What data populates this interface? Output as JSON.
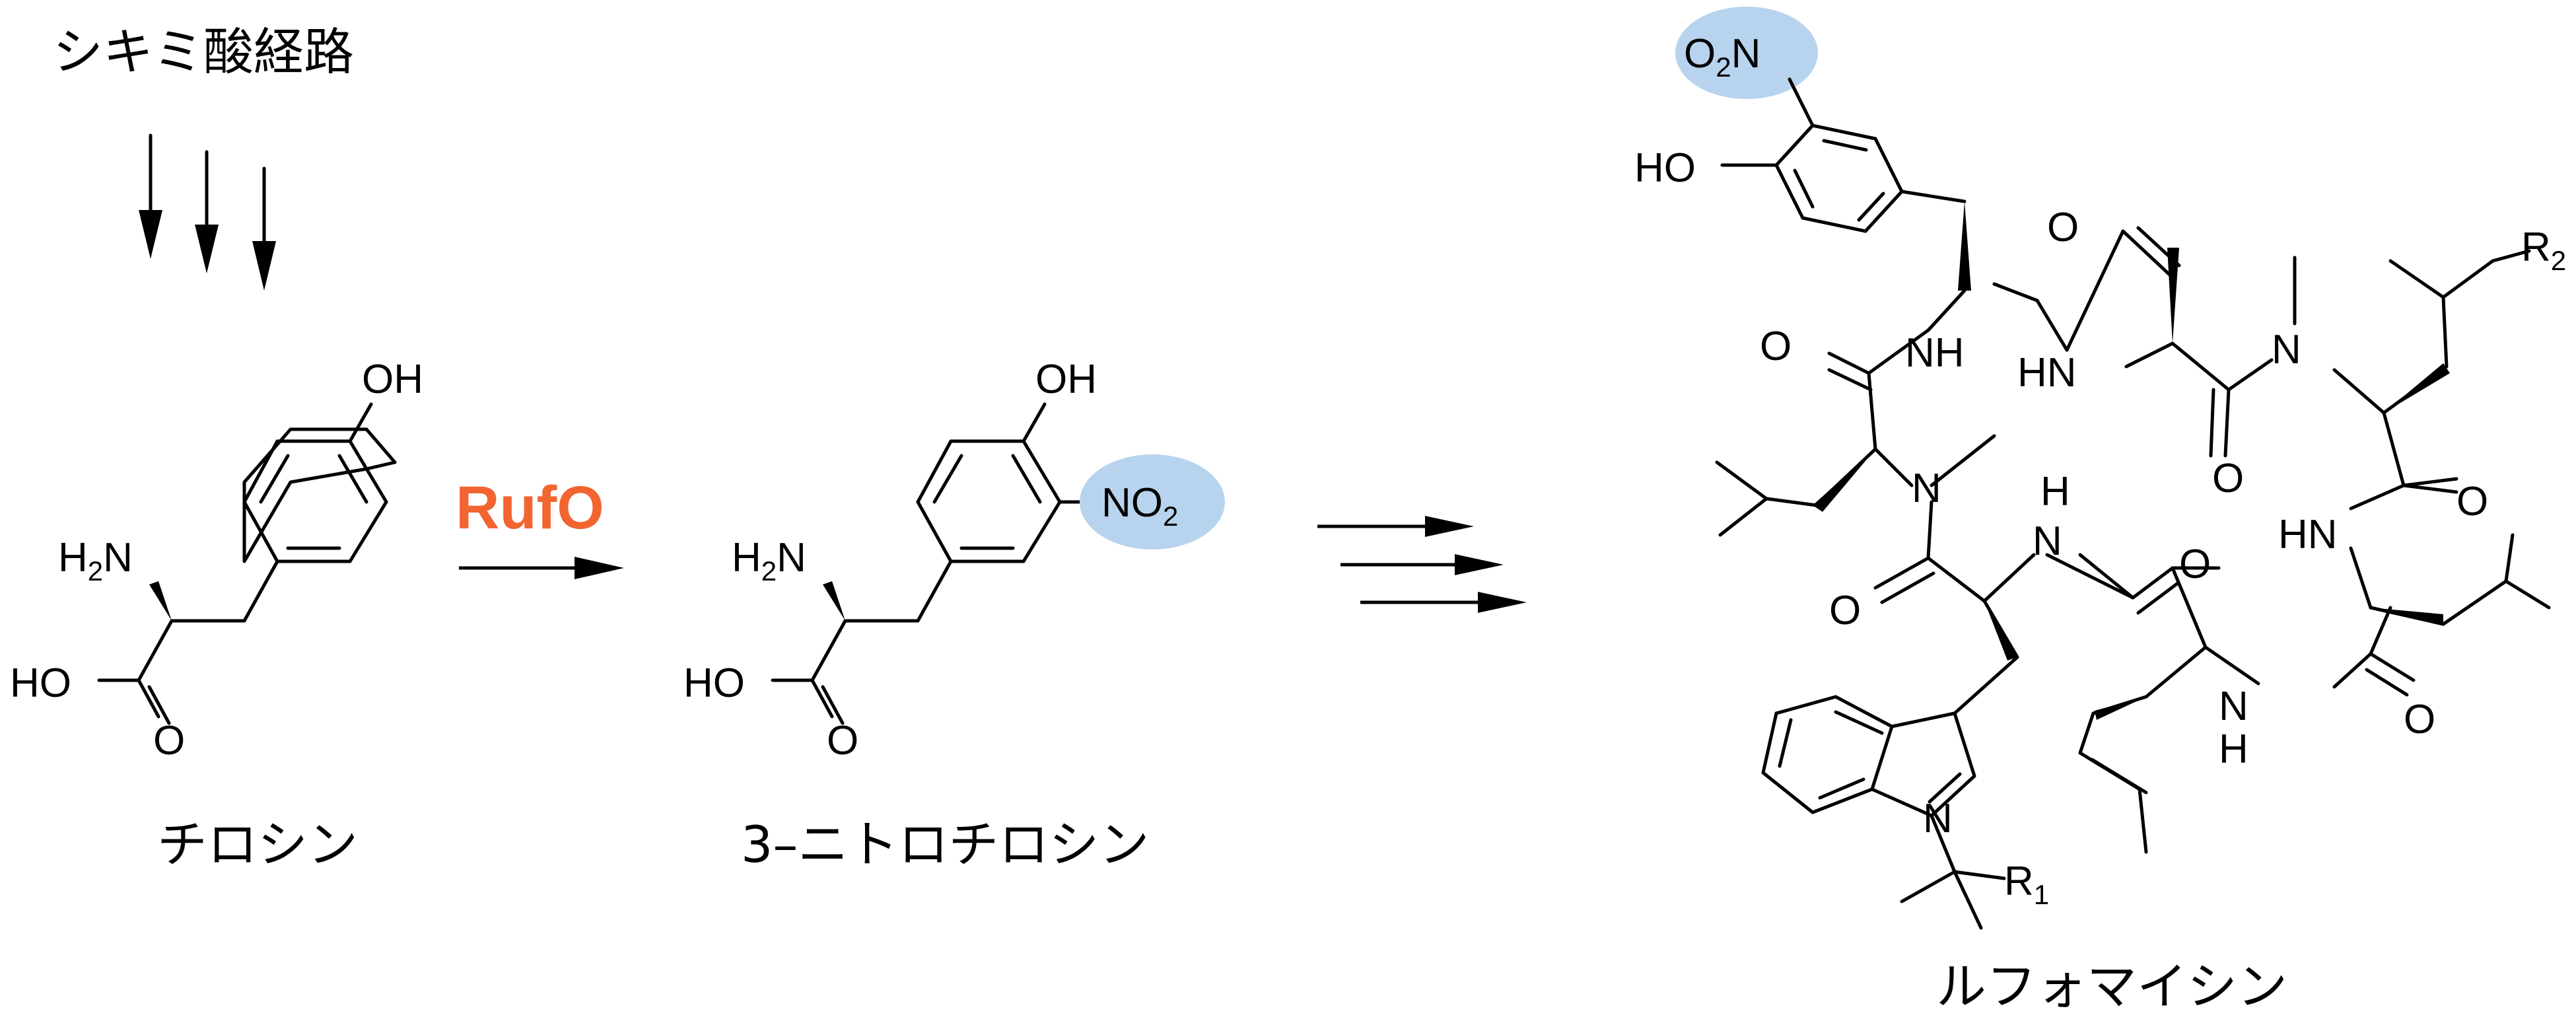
{
  "pathway": "シキミ酸経路",
  "enzyme": "RufO",
  "colors": {
    "enzyme": "#f26430",
    "highlight": "#b7d3ee"
  },
  "compounds": {
    "tyrosine": "チロシン",
    "nitrotyrosine": "3–ニトロチロシン",
    "rufomycin": "ルフォマイシン"
  },
  "atoms": {
    "oh": "OH",
    "ho": "HO",
    "h2n_h": "H",
    "h2n_sub": "2",
    "h2n_n": "N",
    "o": "O",
    "no2_n": "NO",
    "no2_sub": "2",
    "o2n_o": "O",
    "o2n_sub": "2",
    "o2n_n": "N",
    "nh": "NH",
    "hn": "HN",
    "n": "N",
    "h": "H",
    "r": "R",
    "r1_sub": "1",
    "r2_sub": "2"
  }
}
